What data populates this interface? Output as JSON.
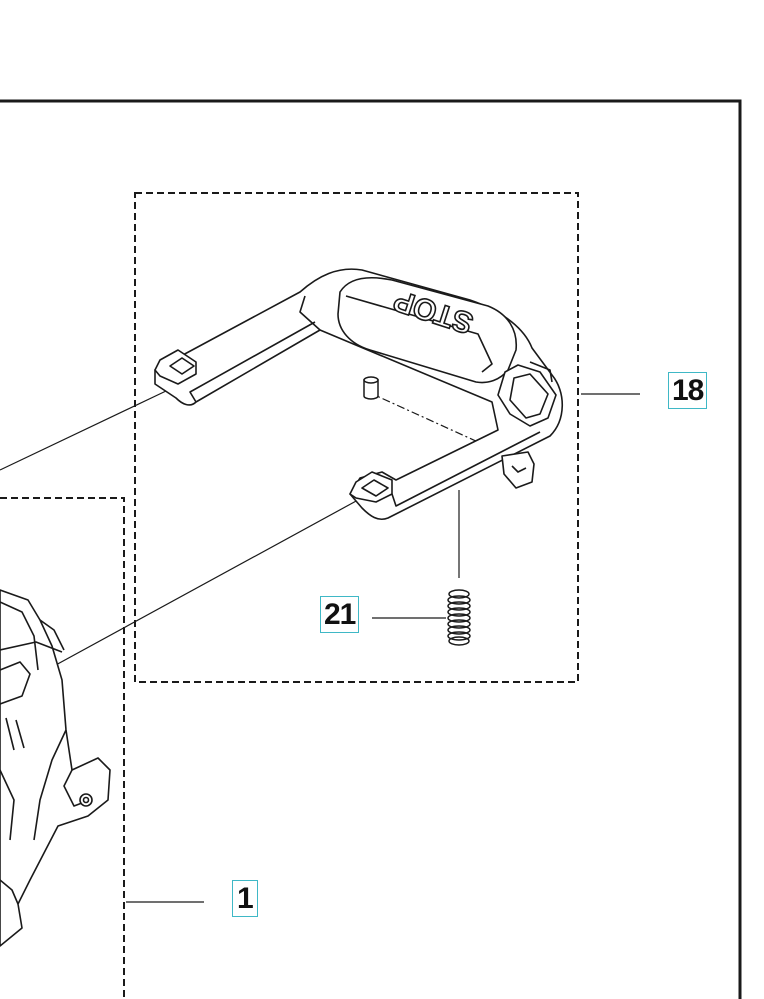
{
  "diagram": {
    "callouts": [
      {
        "id": "18",
        "label": "18"
      },
      {
        "id": "21",
        "label": "21"
      },
      {
        "id": "1",
        "label": "1"
      }
    ],
    "handle_embossed_text": "STOP",
    "colors": {
      "line": "#1a1a1a",
      "callout_border": "#3fb8c6",
      "background": "#ffffff"
    }
  }
}
